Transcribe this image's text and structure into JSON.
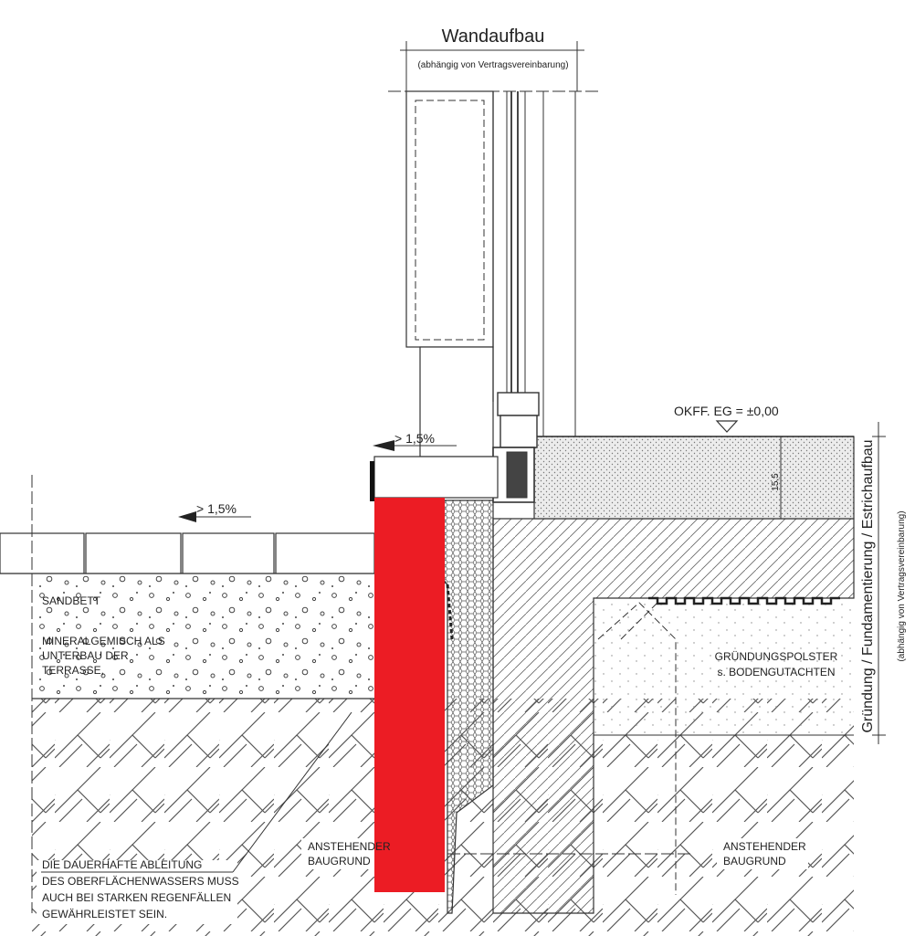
{
  "diagram": {
    "wall": {
      "title": "Wandaufbau",
      "subtitle": "(abhängig von Vertragsvereinbarung)"
    },
    "level": {
      "label": "OKFF. EG = ±0,00"
    },
    "slope_upper": "> 1,5%",
    "slope_lower": "> 1,5%",
    "screed_dim": "15,5",
    "side": {
      "title": "Gründung / Fundamentierung / Estrichaufbau",
      "subtitle": "(abhängig von Vertragsvereinbarung)"
    },
    "left_labels": {
      "sandbett": "SANDBETT",
      "mineral_1": "MINERALGEMISCH ALS",
      "mineral_2": "UNTERBAU DER",
      "mineral_3": "TERRASSE,"
    },
    "foundation_labels": {
      "polster_1": "GRÜNDUNGSPOLSTER",
      "polster_2": "s. BODENGUTACHTEN"
    },
    "soil_left": {
      "line1": "ANSTEHENDER",
      "line2": "BAUGRUND"
    },
    "soil_right": {
      "line1": "ANSTEHENDER",
      "line2": "BAUGRUND"
    },
    "note": {
      "line1": "DIE DAUERHAFTE ABLEITUNG",
      "line2": "DES OBERFLÄCHENWASSERS MUSS",
      "line3": "AUCH BEI STARKEN REGENFÄLLEN",
      "line4": "GEWÄHRLEISTET SEIN."
    },
    "colors": {
      "highlight": "#ec1c24",
      "line": "#333333",
      "hatch": "#555555",
      "screed": "#e6e6e6"
    }
  }
}
